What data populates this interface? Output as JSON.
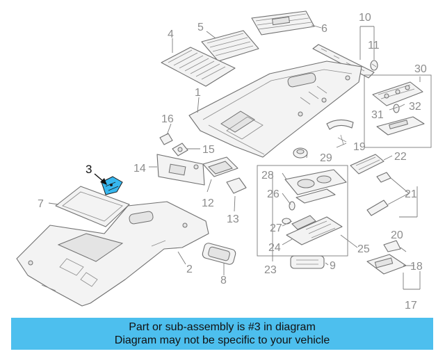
{
  "highlighted_part": "3",
  "callouts": {
    "c1": "1",
    "c2": "2",
    "c3": "3",
    "c4": "4",
    "c5": "5",
    "c6": "6",
    "c7": "7",
    "c8": "8",
    "c9": "9",
    "c10": "10",
    "c11": "11",
    "c12": "12",
    "c13": "13",
    "c14": "14",
    "c15": "15",
    "c16": "16",
    "c17": "17",
    "c18": "18",
    "c19": "19",
    "c20": "20",
    "c21": "21",
    "c22": "22",
    "c23": "23",
    "c24": "24",
    "c25": "25",
    "c26": "26",
    "c27": "27",
    "c28": "28",
    "c29": "29",
    "c30": "30",
    "c31": "31",
    "c32": "32"
  },
  "banner": {
    "line1": "Part or sub-assembly is #3 in diagram",
    "line2": "Diagram may not be specific to your vehicle"
  },
  "colors": {
    "banner_bg": "#4dbfee",
    "highlight_part": "#37b7ef",
    "line_art": "#6f6f6f",
    "callout_text": "#8c8c8c"
  }
}
